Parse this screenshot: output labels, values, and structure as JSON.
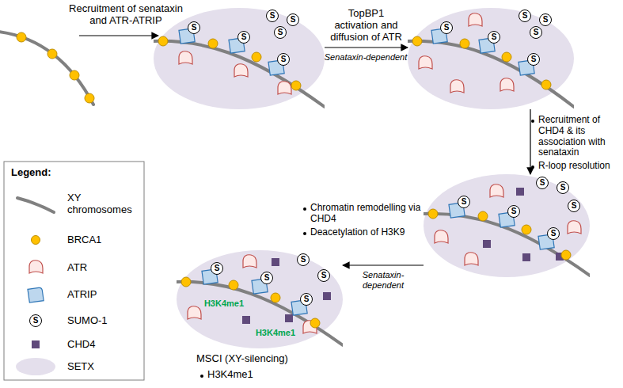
{
  "diagram": {
    "nodes": [
      {
        "text": [
          "S",
          "S",
          "S",
          "S",
          "S",
          "S"
        ]
      },
      {
        "text": [
          "S",
          "S",
          "S",
          "S",
          "S",
          "S"
        ]
      },
      {
        "text": [
          "S",
          "S",
          "S",
          "S",
          "S",
          "S"
        ]
      },
      {
        "text": [
          "S",
          "S",
          "S",
          "S",
          "S",
          "H3K4me1",
          "H3K4me1"
        ]
      }
    ],
    "edges": [
      {
        "from": 0,
        "to": 1,
        "arrow": "to",
        "label": "TopBP1 activation and diffusion of ATR"
      },
      {
        "from": 1,
        "to": 2,
        "arrow": "to",
        "label": "Recruitment of CHD4 & its association with senataxin"
      },
      {
        "from": 2,
        "to": 3,
        "arrow": "to",
        "label": "Chromatin remodelling via CHD4"
      }
    ],
    "labels": [
      "Recruitment of senataxin and ATR-ATRIP",
      "Senataxin-dependent",
      "R-loop resolution",
      "Deacetylation of H3K9",
      "Senataxin-dependent",
      "MSCI (XY-silencing)",
      "H3K4me1",
      "Legend:",
      "S"
    ],
    "legend": [
      {
        "text": "XY chromosomes"
      },
      {
        "text": "BRCA1",
        "color": "#ffc000"
      },
      {
        "text": "ATR"
      },
      {
        "text": "ATRIP"
      },
      {
        "text": "SUMO-1"
      },
      {
        "text": "CHD4",
        "color": "#604a7b"
      },
      {
        "text": "SETX",
        "color": "#e4dfec"
      }
    ]
  }
}
